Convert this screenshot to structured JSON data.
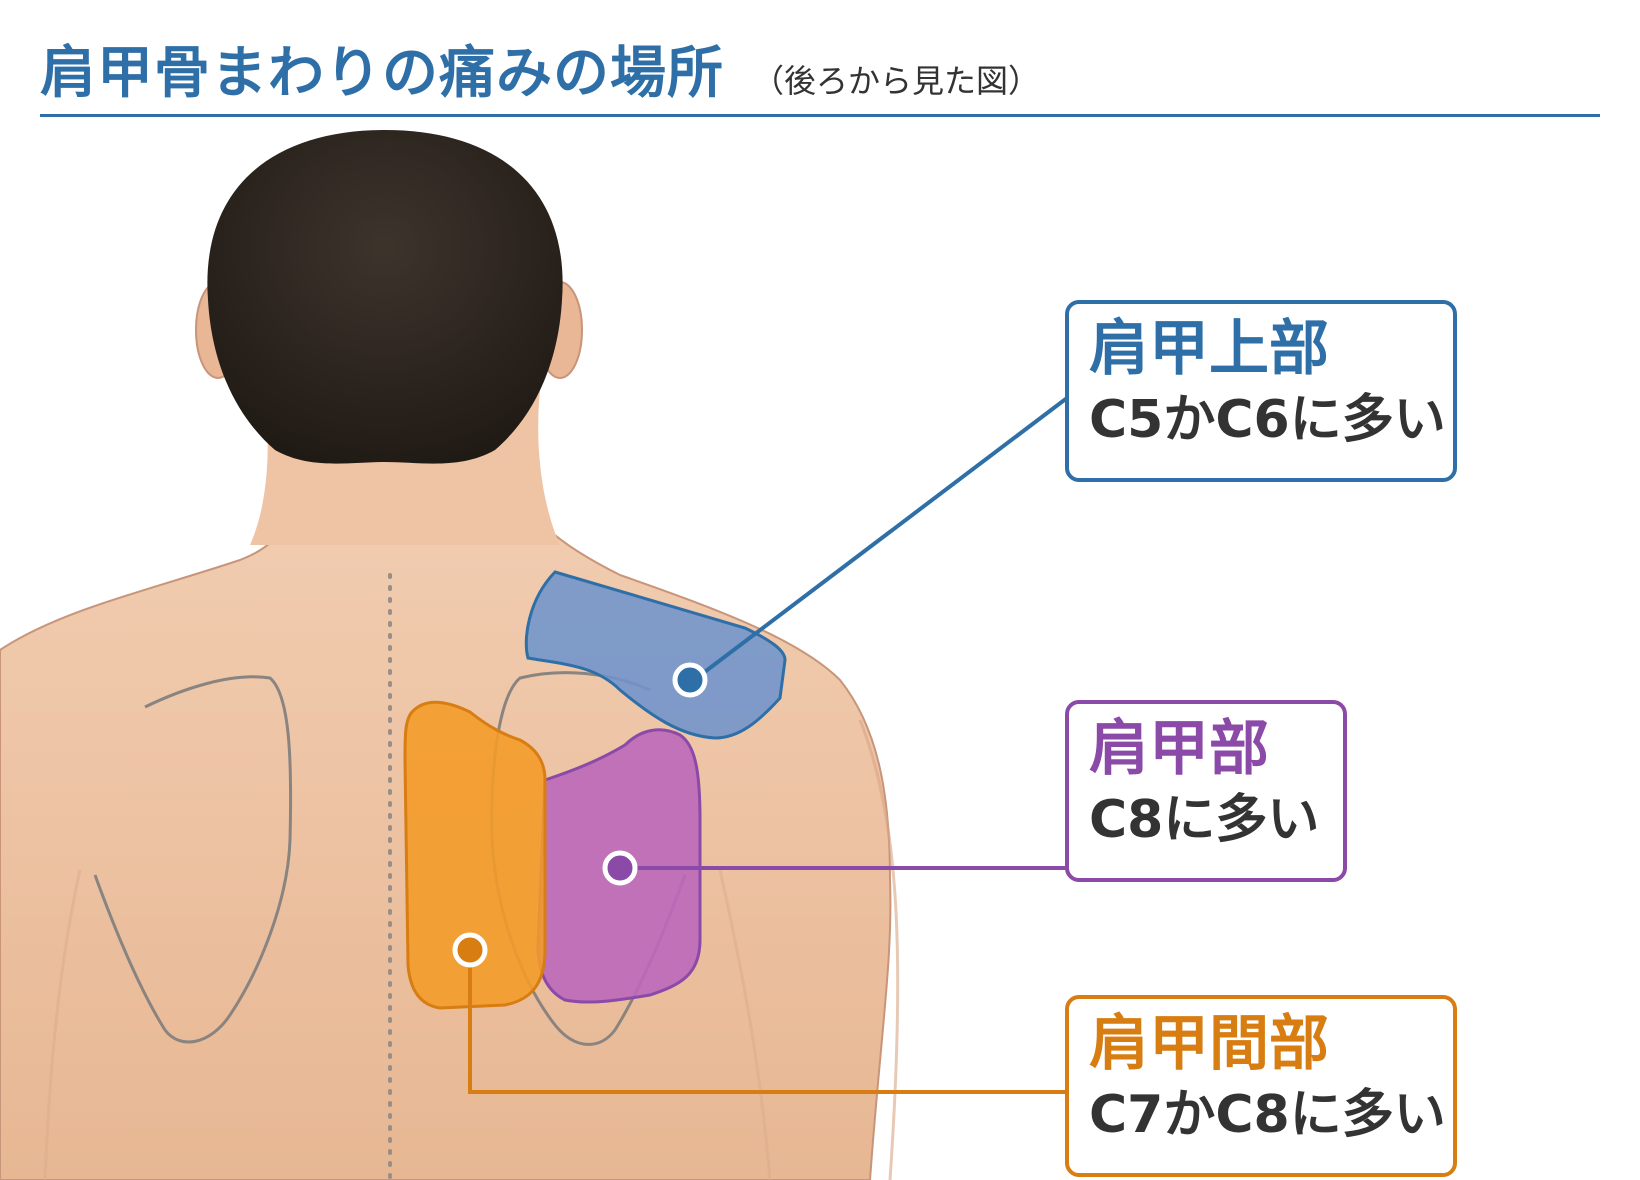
{
  "header": {
    "title": "肩甲骨まわりの痛みの場所",
    "subtitle": "（後ろから見た図）"
  },
  "colors": {
    "upper": "#2f6fa8",
    "scapular": "#8b4aa8",
    "interscapular": "#d77d12",
    "skin": "#f1c7a8",
    "hair": "#2b241f"
  },
  "regions": [
    {
      "id": "upper",
      "label": "肩甲上部",
      "description": "C5かC6に多い"
    },
    {
      "id": "scapular",
      "label": "肩甲部",
      "description": "C8に多い"
    },
    {
      "id": "interscapular",
      "label": "肩甲間部",
      "description": "C7かC8に多い"
    }
  ]
}
